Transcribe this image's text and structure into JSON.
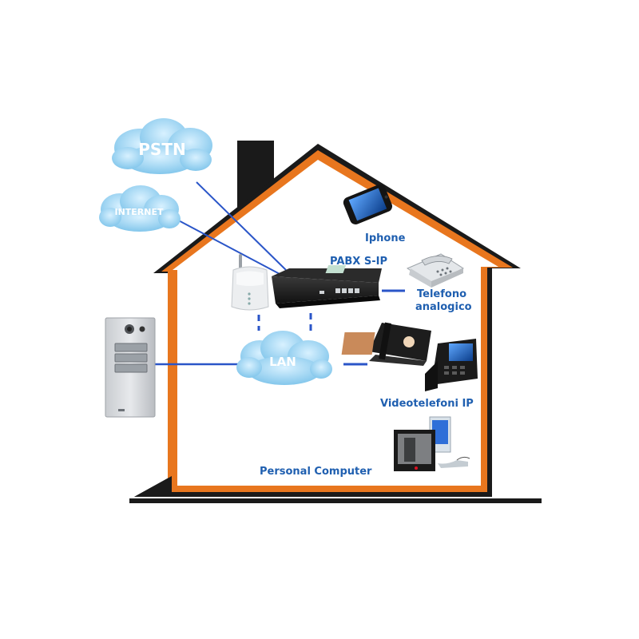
{
  "clouds": {
    "pstn": "PSTN",
    "internet": "INTERNET",
    "lan": "LAN"
  },
  "labels": {
    "iphone": "Iphone",
    "pabx": "PABX S-IP",
    "telefono_line1": "Telefono",
    "telefono_line2": "analogico",
    "videotelefoni": "Videotelefoni IP",
    "pc": "Personal Computer"
  },
  "colors": {
    "house_outline": "#e8761e",
    "house_frame": "#1a1a1a",
    "cloud": "#8fcff0",
    "link_line": "#2a55c8",
    "label_text": "#1f5fb0"
  }
}
